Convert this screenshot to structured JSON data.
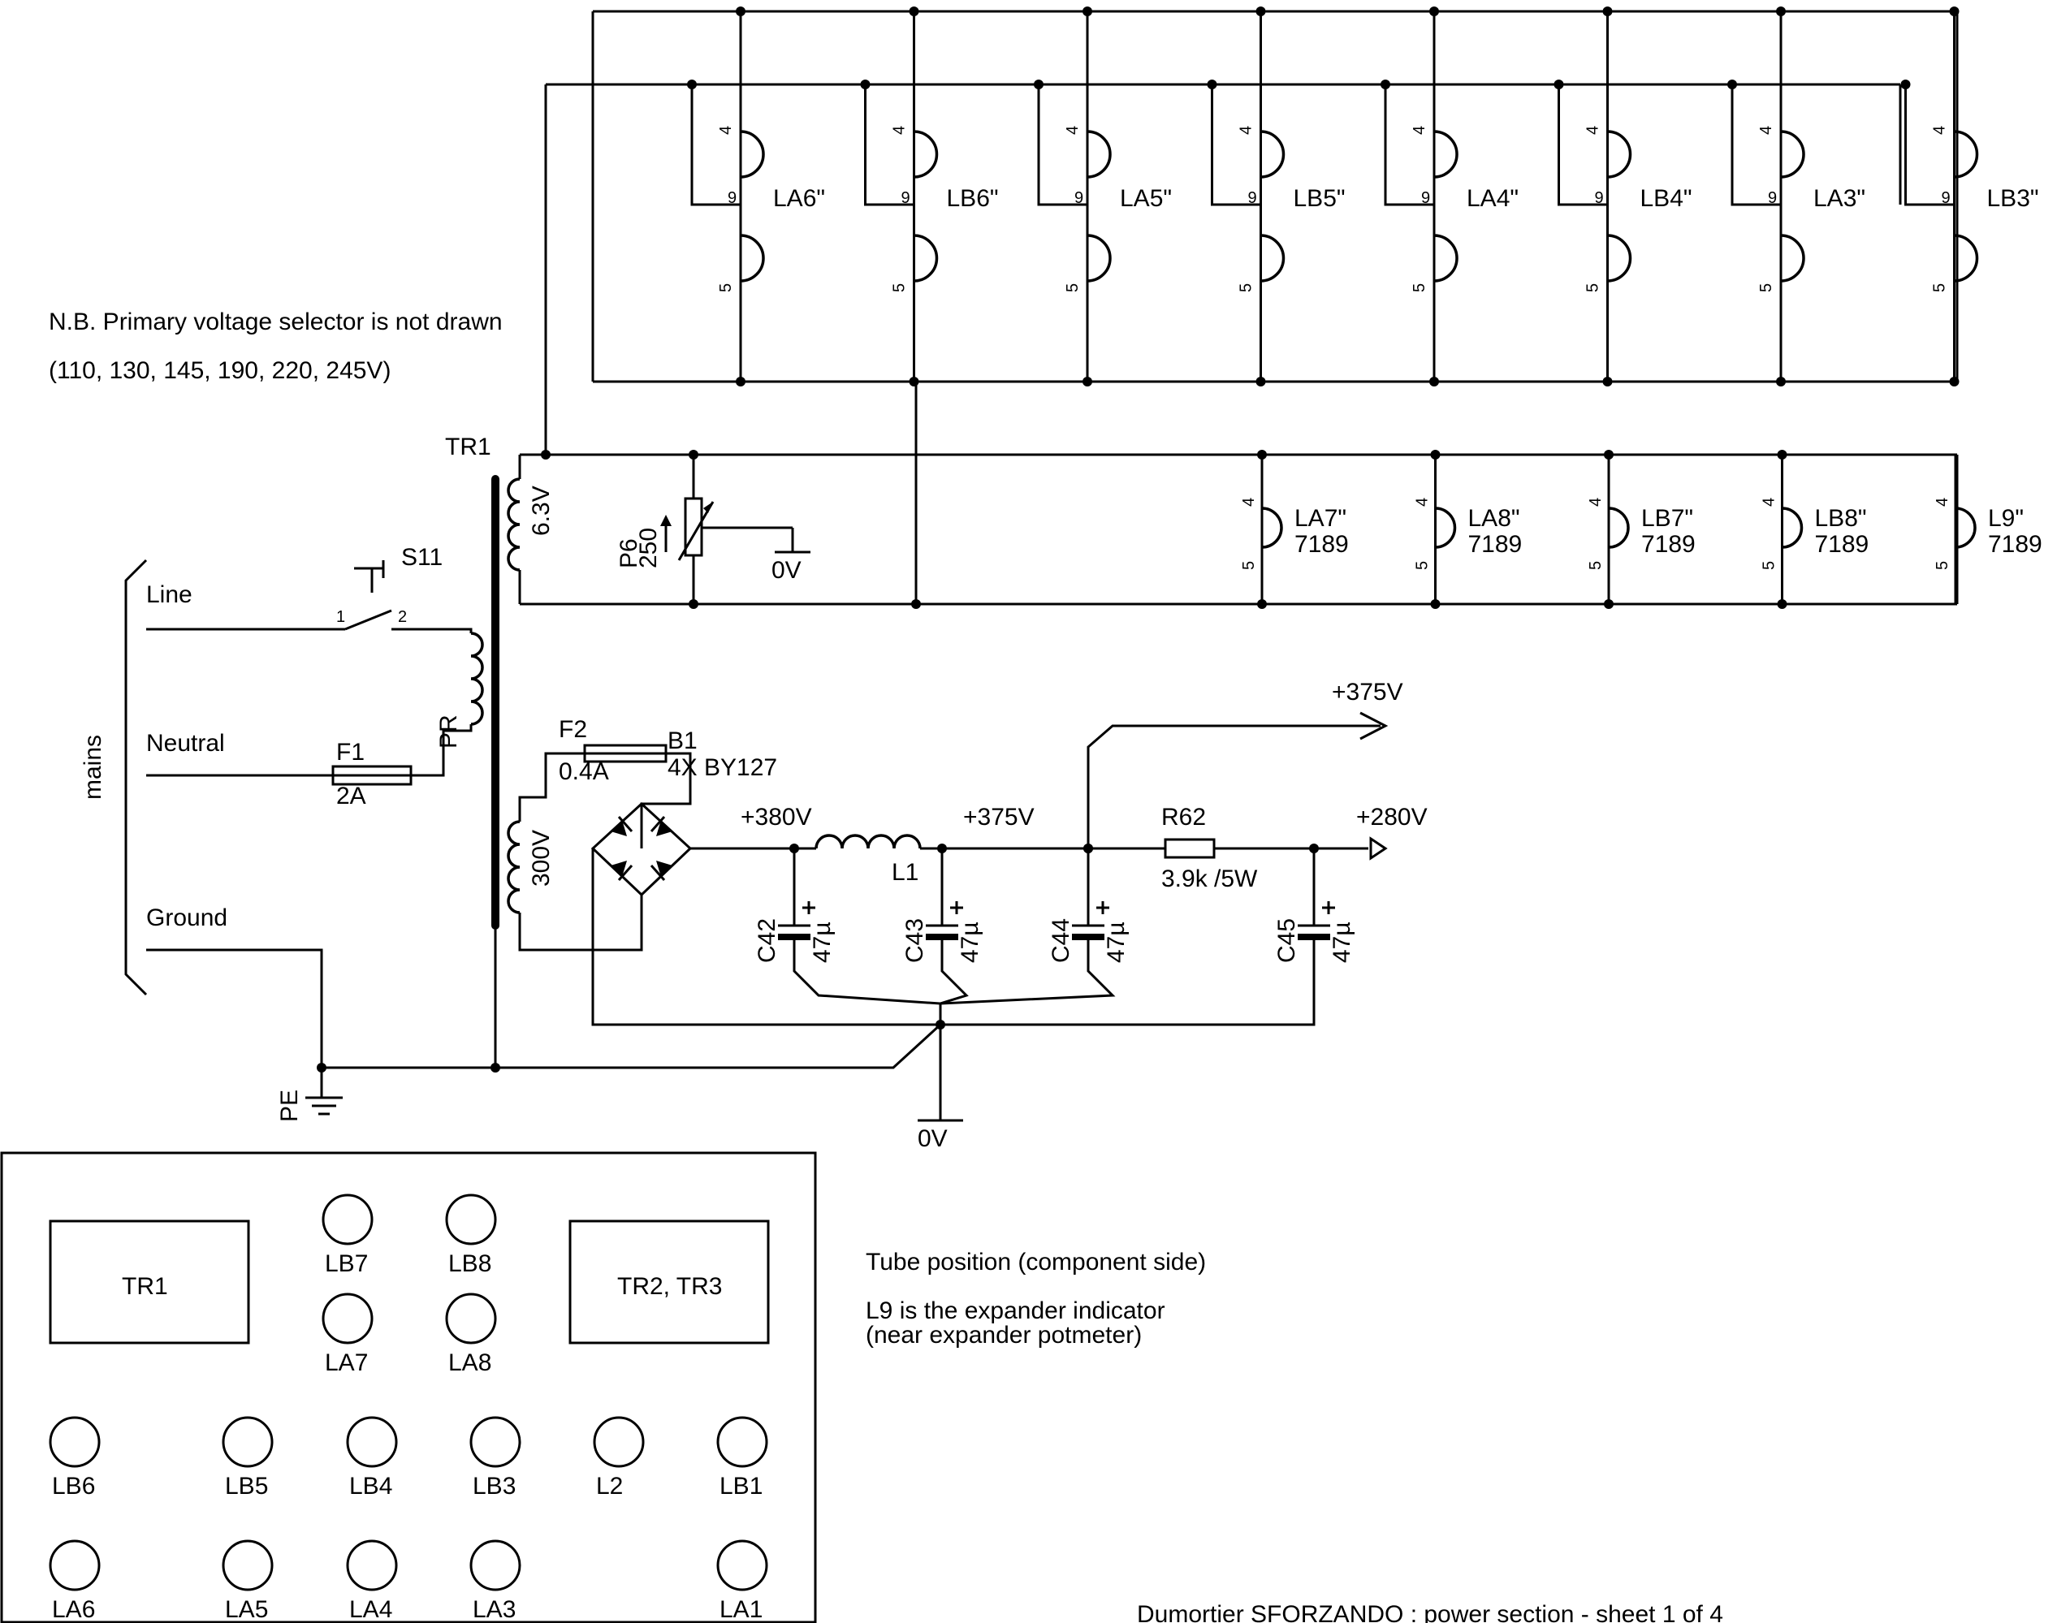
{
  "notes": {
    "selector_line1": "N.B. Primary voltage selector is not drawn",
    "selector_line2": "(110, 130, 145, 190, 220, 245V)",
    "tube_position": "Tube position (component side)",
    "expander_line1": "L9 is the expander indicator",
    "expander_line2": "(near expander potmeter)",
    "footer": "Dumortier SFORZANDO : power section - sheet 1 of 4"
  },
  "mains": {
    "label": "mains",
    "line": "Line",
    "neutral": "Neutral",
    "ground": "Ground",
    "pe": "PE"
  },
  "switch": {
    "ref": "S11",
    "pin1": "1",
    "pin2": "2"
  },
  "fuse1": {
    "ref": "F1",
    "value": "2A"
  },
  "fuse2": {
    "ref": "F2",
    "value": "0.4A"
  },
  "transformer": {
    "ref": "TR1",
    "primary": "PR",
    "heater": "6.3V",
    "ht": "300V"
  },
  "pot": {
    "ref": "P6",
    "value": "250",
    "gnd": "0V"
  },
  "bridge": {
    "ref": "B1",
    "value": "4X BY127"
  },
  "choke": {
    "ref": "L1"
  },
  "resistor": {
    "ref": "R62",
    "value": "3.9k /5W"
  },
  "capacitors": [
    {
      "ref": "C42",
      "value": "47µ"
    },
    {
      "ref": "C43",
      "value": "47µ"
    },
    {
      "ref": "C44",
      "value": "47µ"
    },
    {
      "ref": "C45",
      "value": "47µ"
    }
  ],
  "voltages": {
    "v380": "+380V",
    "v375a": "+375V",
    "v375b": "+375V",
    "v280": "+280V",
    "gnd": "0V"
  },
  "lamp_pins": {
    "p4": "4",
    "p9": "9",
    "p5": "5"
  },
  "top_lamps": [
    "LA6\"",
    "LB6\"",
    "LA5\"",
    "LB5\"",
    "LA4\"",
    "LB4\"",
    "LA3\"",
    "LB3\""
  ],
  "mid_lamps": [
    {
      "ref": "LA7\"",
      "type": "7189"
    },
    {
      "ref": "LA8\"",
      "type": "7189"
    },
    {
      "ref": "LB7\"",
      "type": "7189"
    },
    {
      "ref": "LB8\"",
      "type": "7189"
    },
    {
      "ref": "L9\"",
      "type": "7189"
    }
  ],
  "layout_panel": {
    "boxes": [
      "TR1",
      "TR2, TR3"
    ],
    "tubes": {
      "LB7": "LB7",
      "LB8": "LB8",
      "LA7": "LA7",
      "LA8": "LA8",
      "LB6": "LB6",
      "LB5": "LB5",
      "LB4": "LB4",
      "LB3": "LB3",
      "L2": "L2",
      "LB1": "LB1",
      "LA6": "LA6",
      "LA5": "LA5",
      "LA4": "LA4",
      "LA3": "LA3",
      "LA1": "LA1"
    }
  }
}
